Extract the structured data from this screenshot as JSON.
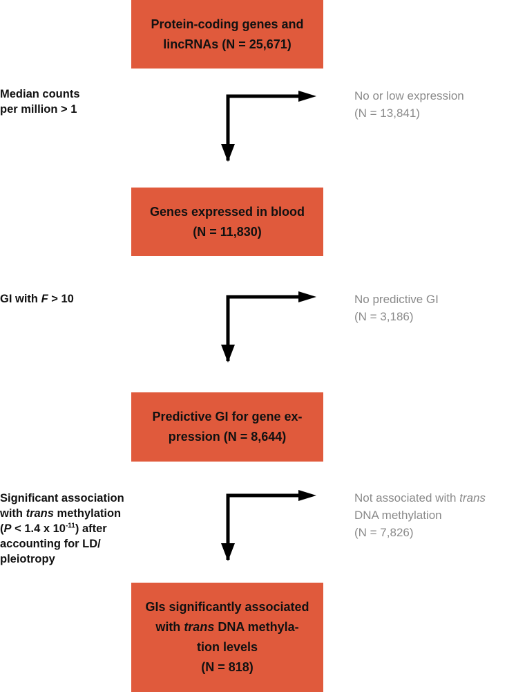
{
  "boxes": [
    {
      "line1": "Protein-coding genes and",
      "line2": "lincRNAs (N = 25,671)"
    },
    {
      "line1": "Genes expressed in blood",
      "line2": "(N = 11,830)"
    },
    {
      "line1": "Predictive GI for gene ex-",
      "line2": "pression (N = 8,644)"
    },
    {
      "line1": "GIs significantly associated",
      "line2_pre": "with ",
      "line2_italic": "trans",
      "line2_post": " DNA methyla-",
      "line3": "tion levels",
      "line4": "(N = 818)"
    }
  ],
  "criteria": [
    {
      "line1": "Median counts",
      "line2": "per million > 1"
    },
    {
      "pre": "GI with ",
      "italic": "F",
      "post": " > 10"
    },
    {
      "line1": "Significant association",
      "line2_pre": "with ",
      "line2_italic": "trans",
      "line2_post": " methylation",
      "line3_open": "(",
      "line3_italic": "P",
      "line3_mid": " < 1.4 x 10",
      "line3_sup": "-11",
      "line3_post": ") after",
      "line4": "accounting for LD/",
      "line5": "pleiotropy"
    }
  ],
  "excluded": [
    {
      "line1": "No or low expression",
      "line2": "(N = 13,841)"
    },
    {
      "line1": "No predictive GI",
      "line2": "(N = 3,186)"
    },
    {
      "line1_pre": "Not associated with ",
      "line1_italic": "trans",
      "line2": "DNA methylation",
      "line3": "(N = 7,826)"
    }
  ],
  "colors": {
    "box_fill": "#e05a3c",
    "excluded_text": "#8a8a8a",
    "arrow": "#000000"
  }
}
